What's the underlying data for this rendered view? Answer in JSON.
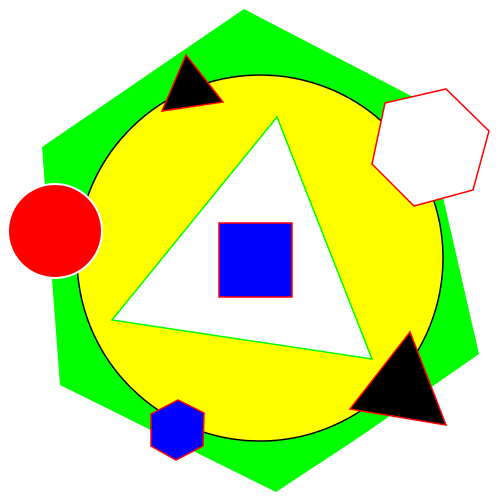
{
  "scene": {
    "background": "#ffffff",
    "shapes": [
      {
        "name": "green-hexagon",
        "kind": "hexagon",
        "fill": "#00ff00",
        "stroke": "none"
      },
      {
        "name": "yellow-circle",
        "kind": "circle",
        "fill": "#ffff00",
        "stroke": "#000000"
      },
      {
        "name": "white-triangle",
        "kind": "triangle",
        "fill": "#ffffff",
        "stroke": "#00ff00"
      },
      {
        "name": "blue-square",
        "kind": "square",
        "fill": "#0000ff",
        "stroke": "#ff0000"
      },
      {
        "name": "black-triangle-small",
        "kind": "triangle",
        "fill": "#000000",
        "stroke": "#ff0000"
      },
      {
        "name": "white-heptagon",
        "kind": "heptagon",
        "fill": "#ffffff",
        "stroke": "#ff0000"
      },
      {
        "name": "red-circle",
        "kind": "circle",
        "fill": "#ff0000",
        "stroke": "#ffffff"
      },
      {
        "name": "black-triangle-large",
        "kind": "triangle",
        "fill": "#000000",
        "stroke": "#ff0000"
      },
      {
        "name": "blue-hexagon",
        "kind": "hexagon",
        "fill": "#0000ff",
        "stroke": "#ff0000"
      }
    ]
  }
}
